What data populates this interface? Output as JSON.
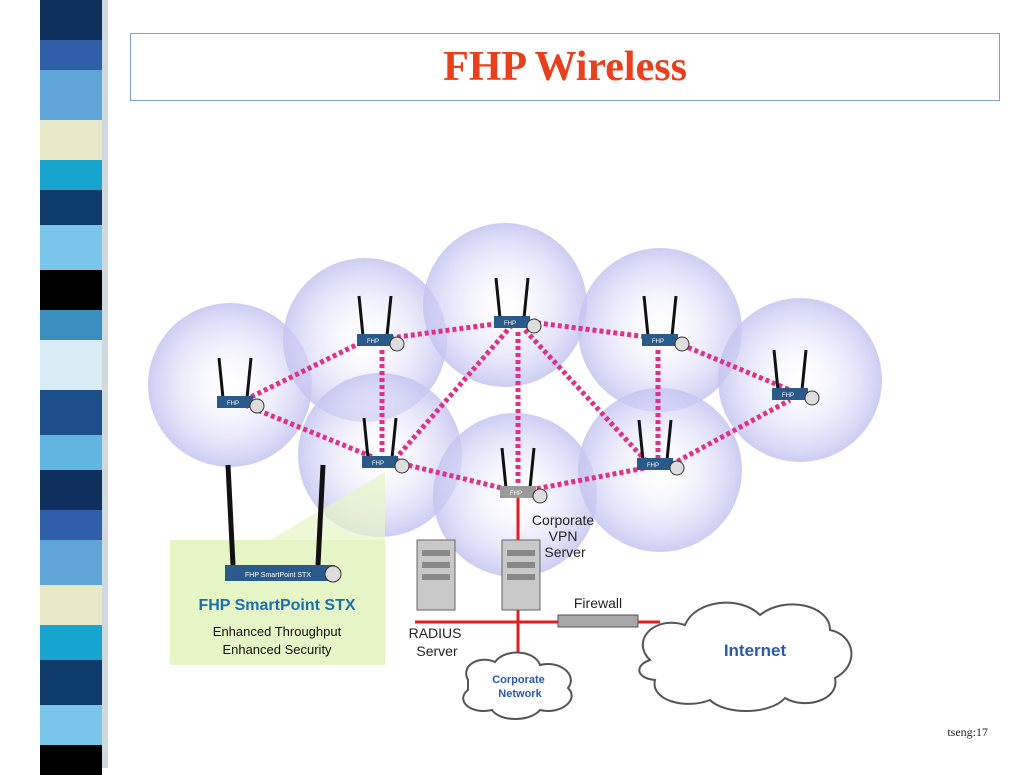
{
  "slide": {
    "title": "FHP Wireless",
    "footer": "tseng:17"
  },
  "sidebar": {
    "stripe_colors": [
      "#0f2f5c",
      "#2f5fa8",
      "#5fa5d8",
      "#e8e8c8",
      "#17a5d0",
      "#0b3a6b",
      "#79c6ea",
      "#000000",
      "#3a8fbf",
      "#d8ecf5",
      "#1c4f8a",
      "#60b6e0"
    ]
  },
  "diagram": {
    "node_label": "FHP",
    "vpn_server_label": [
      "Corporate",
      "VPN",
      "Server"
    ],
    "radius_label": [
      "RADIUS",
      "Server"
    ],
    "firewall_label": "Firewall",
    "internet_label": "Internet",
    "corporate_network_label": [
      "Corporate",
      "Network"
    ],
    "product": {
      "device_label": "FHP SmartPoint STX",
      "name": "FHP SmartPoint STX",
      "feature_1": "Enhanced Throughput",
      "feature_2": "Enhanced Security"
    },
    "colors": {
      "mesh_link": "#e0308a",
      "wired_link": "#e02020",
      "cloud_glow": "#c9c9f5",
      "device": "#2a5a8a",
      "product_panel": "#e6f5c6",
      "product_text": "#1a6fb0"
    }
  }
}
